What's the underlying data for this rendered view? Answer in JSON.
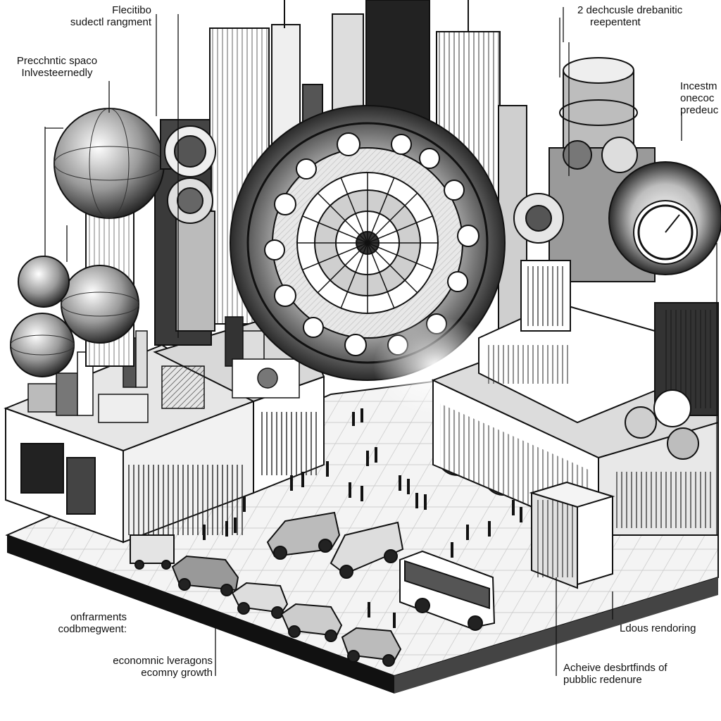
{
  "labels": {
    "top_center_left": [
      "Flecitibo",
      "sudectl rangment"
    ],
    "top_right": [
      "2  dechcusle drebanitic",
      "reepentent"
    ],
    "upper_left": [
      "Precchntic spaco",
      "Inlvesteernedly"
    ],
    "right_edge": [
      "Incestm",
      "onecoc",
      "predeuc"
    ],
    "mid_left": [
      "onfrarments",
      "codbmegwent:"
    ],
    "lower_left": [
      "economnic lveragons",
      "ecomny growth"
    ],
    "lower_right": [
      "Ldous rendoring"
    ],
    "bottom_right": [
      "Acheive desbrtfinds of",
      "pubblic redenure"
    ]
  },
  "colors": {
    "ink": "#111111",
    "paper": "#ffffff",
    "mid_gray": "#8a8a8a",
    "light_gray": "#d4d4d4",
    "dark_gray": "#3a3a3a"
  }
}
